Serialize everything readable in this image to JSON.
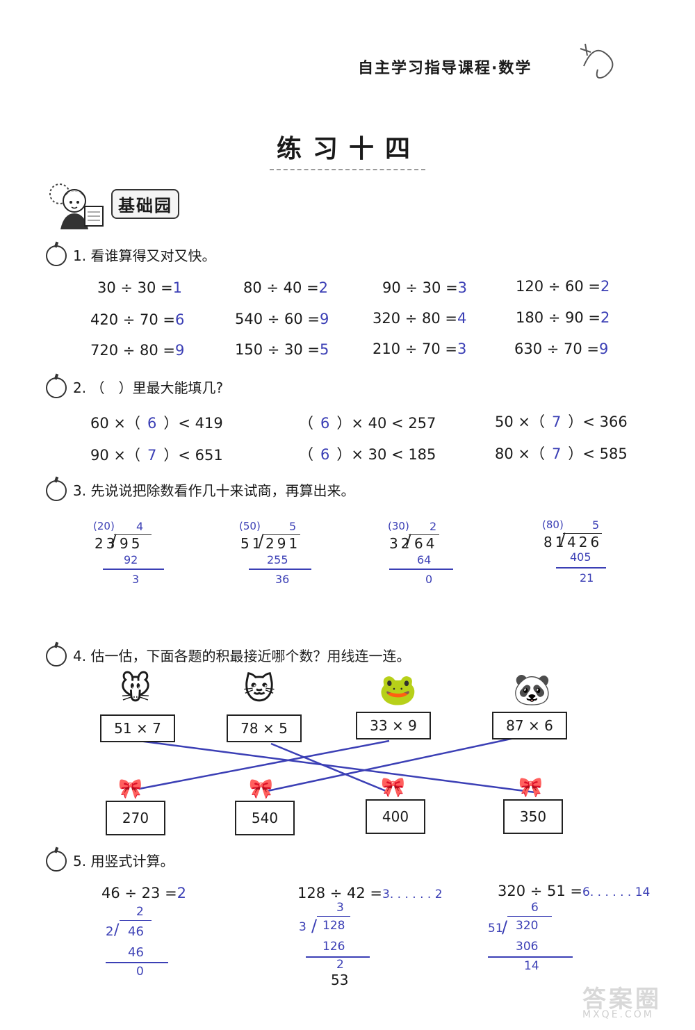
{
  "header": {
    "title": "自主学习指导课程·数学"
  },
  "page_title": "练习十四",
  "section_label": "基础园",
  "q1": {
    "title": "1. 看谁算得又对又快。",
    "items": [
      {
        "expr": "30 ÷ 30 =",
        "ans": "1"
      },
      {
        "expr": "80 ÷ 40 =",
        "ans": "2"
      },
      {
        "expr": "90 ÷ 30 =",
        "ans": "3"
      },
      {
        "expr": "120 ÷ 60 =",
        "ans": "2"
      },
      {
        "expr": "420 ÷ 70 =",
        "ans": "6"
      },
      {
        "expr": "540 ÷ 60 =",
        "ans": "9"
      },
      {
        "expr": "320 ÷ 80 =",
        "ans": "4"
      },
      {
        "expr": "180 ÷ 90 =",
        "ans": "2"
      },
      {
        "expr": "720 ÷ 80 =",
        "ans": "9"
      },
      {
        "expr": "150 ÷ 30 =",
        "ans": "5"
      },
      {
        "expr": "210 ÷ 70 =",
        "ans": "3"
      },
      {
        "expr": "630 ÷ 70 =",
        "ans": "9"
      }
    ]
  },
  "q2": {
    "title": "2. （　）里最大能填几?",
    "items": [
      {
        "pre": "60 ×（",
        "ans": "6",
        "post": "）< 419"
      },
      {
        "pre": "（",
        "ans": "6",
        "post": "）× 40 < 257"
      },
      {
        "pre": "50 ×（",
        "ans": "7",
        "post": "）< 366"
      },
      {
        "pre": "90 ×（",
        "ans": "7",
        "post": "）< 651"
      },
      {
        "pre": "（",
        "ans": "6",
        "post": "）× 30 < 185"
      },
      {
        "pre": "80 ×（",
        "ans": "7",
        "post": "）< 585"
      }
    ]
  },
  "q3": {
    "title": "3. 先说说把除数看作几十来试商，再算出来。",
    "items": [
      {
        "hint": "(20)",
        "quot": "4",
        "divisor": "23",
        "dividend": "95",
        "prod": "92",
        "rem": "3"
      },
      {
        "hint": "(50)",
        "quot": "5",
        "divisor": "51",
        "dividend": "291",
        "prod": "255",
        "rem": "36"
      },
      {
        "hint": "(30)",
        "quot": "2",
        "divisor": "32",
        "dividend": "64",
        "prod": "64",
        "rem": "0"
      },
      {
        "hint": "(80)",
        "quot": "5",
        "divisor": "81",
        "dividend": "426",
        "prod": "405",
        "rem": "21"
      }
    ]
  },
  "q4": {
    "title": "4. 估一估，下面各题的积最接近哪个数？用线连一连。",
    "products": [
      "51 × 7",
      "78 × 5",
      "33 × 9",
      "87 × 6"
    ],
    "animals": [
      "🐭",
      "🐱",
      "🐸",
      "🐼"
    ],
    "targets": [
      "270",
      "540",
      "400",
      "350"
    ],
    "line_color": "#3b3fb5"
  },
  "q5": {
    "title": "5. 用竖式计算。",
    "items": [
      {
        "expr": "46 ÷ 23 =",
        "ans": "2",
        "quot": "2",
        "divisor": "2",
        "dividend": "46",
        "prod": "46",
        "rem": "0"
      },
      {
        "expr": "128 ÷ 42 =",
        "ans": "3. . . . . . 2",
        "quot": "3",
        "divisor": "3",
        "dividend": "128",
        "prod": "126",
        "rem": "2"
      },
      {
        "expr": "320 ÷ 51 =",
        "ans": "6. . . . . . 14",
        "quot": "6",
        "divisor": "51",
        "dividend": "320",
        "prod": "306",
        "rem": "14"
      }
    ]
  },
  "page_number": "53",
  "watermark": {
    "top": "答案圈",
    "bottom": "MXQE.COM"
  },
  "colors": {
    "handwriting": "#3b3fb5",
    "ink": "#1a1a1a"
  }
}
